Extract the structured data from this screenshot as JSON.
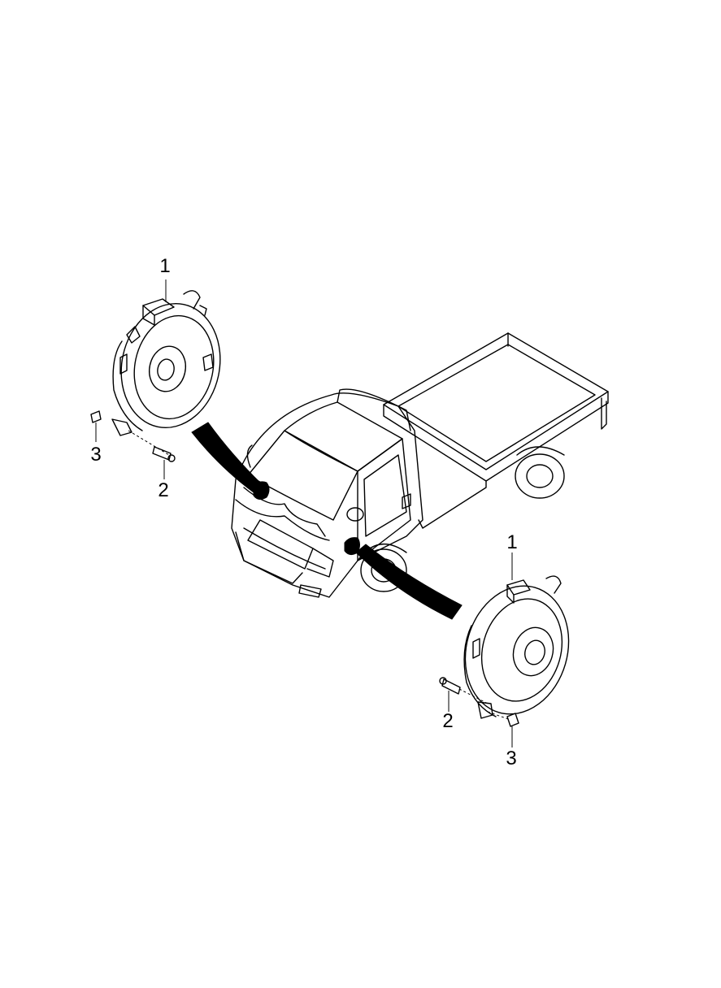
{
  "callouts": {
    "left_speaker": "1",
    "left_bolt": "2",
    "left_clip": "3",
    "right_speaker": "1",
    "right_bolt": "2",
    "right_clip": "3"
  },
  "colors": {
    "line": "#000000",
    "background": "#ffffff"
  }
}
